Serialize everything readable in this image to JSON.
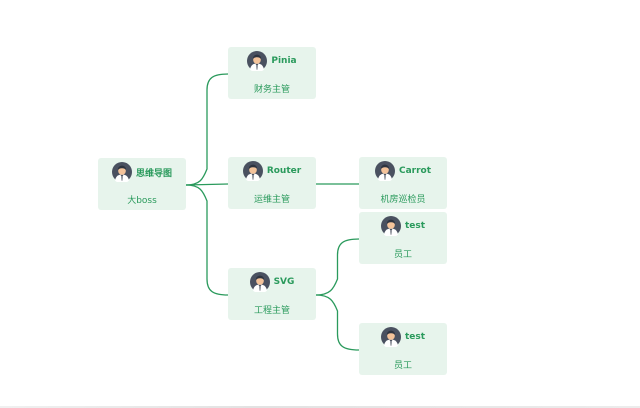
{
  "colors": {
    "node_bg": "#e7f4ec",
    "text": "#2a9a5c",
    "line": "#2a9a5c"
  },
  "nodes": [
    {
      "key": "root",
      "name": "思维导图",
      "title": "大boss",
      "icon": "person-avatar-icon"
    },
    {
      "key": "pinia",
      "name": "Pinia",
      "title": "财务主管",
      "icon": "person-avatar-icon"
    },
    {
      "key": "router",
      "name": "Router",
      "title": "运维主管",
      "icon": "person-avatar-icon"
    },
    {
      "key": "svg",
      "name": "SVG",
      "title": "工程主管",
      "icon": "person-avatar-icon"
    },
    {
      "key": "carrot",
      "name": "Carrot",
      "title": "机房巡检员",
      "icon": "person-avatar-icon"
    },
    {
      "key": "test1",
      "name": "test",
      "title": "员工",
      "icon": "person-avatar-icon"
    },
    {
      "key": "test2",
      "name": "test",
      "title": "员工",
      "icon": "person-avatar-icon"
    }
  ],
  "links": [
    {
      "from": "root",
      "to": "pinia"
    },
    {
      "from": "root",
      "to": "router"
    },
    {
      "from": "root",
      "to": "svg"
    },
    {
      "from": "router",
      "to": "carrot"
    },
    {
      "from": "svg",
      "to": "test1"
    },
    {
      "from": "svg",
      "to": "test2"
    }
  ]
}
